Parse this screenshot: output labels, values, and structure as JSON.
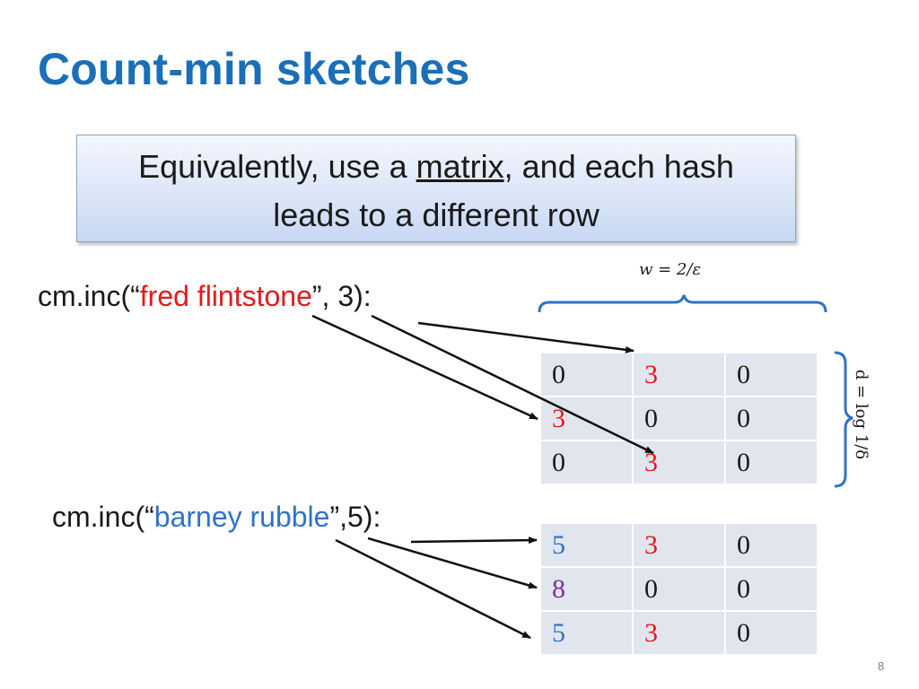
{
  "slide": {
    "title": "Count-min sketches",
    "callout": {
      "line1_pre": "Equivalently, use a ",
      "line1_link": "matrix",
      "line1_post": ",  and each hash",
      "line2": "leads to a different row"
    },
    "inc1": {
      "prefix": "cm.inc(“",
      "key": "fred flintstone",
      "suffix": "”, 3):"
    },
    "inc2": {
      "prefix": "cm.inc(“",
      "key": "barney rubble",
      "suffix": "”,5):"
    },
    "width_label": "w = 2/ε",
    "depth_label": "d = log 1/δ",
    "page_number": "8"
  },
  "matrix1": {
    "rows": [
      [
        {
          "v": "0",
          "c": "black"
        },
        {
          "v": "3",
          "c": "red"
        },
        {
          "v": "0",
          "c": "black"
        }
      ],
      [
        {
          "v": "3",
          "c": "red"
        },
        {
          "v": "0",
          "c": "black"
        },
        {
          "v": "0",
          "c": "black"
        }
      ],
      [
        {
          "v": "0",
          "c": "black"
        },
        {
          "v": "3",
          "c": "red"
        },
        {
          "v": "0",
          "c": "black"
        }
      ]
    ]
  },
  "matrix2": {
    "rows": [
      [
        {
          "v": "5",
          "c": "blue"
        },
        {
          "v": "3",
          "c": "red"
        },
        {
          "v": "0",
          "c": "black"
        }
      ],
      [
        {
          "v": "8",
          "c": "purple"
        },
        {
          "v": "0",
          "c": "black"
        },
        {
          "v": "0",
          "c": "black"
        }
      ],
      [
        {
          "v": "5",
          "c": "blue"
        },
        {
          "v": "3",
          "c": "red"
        },
        {
          "v": "0",
          "c": "black"
        }
      ]
    ]
  },
  "colors": {
    "title": "#1a6fb8",
    "bracket": "#2f73c9",
    "red": "#e31a1a",
    "blue": "#2f73c9",
    "purple": "#7a2f9a"
  }
}
